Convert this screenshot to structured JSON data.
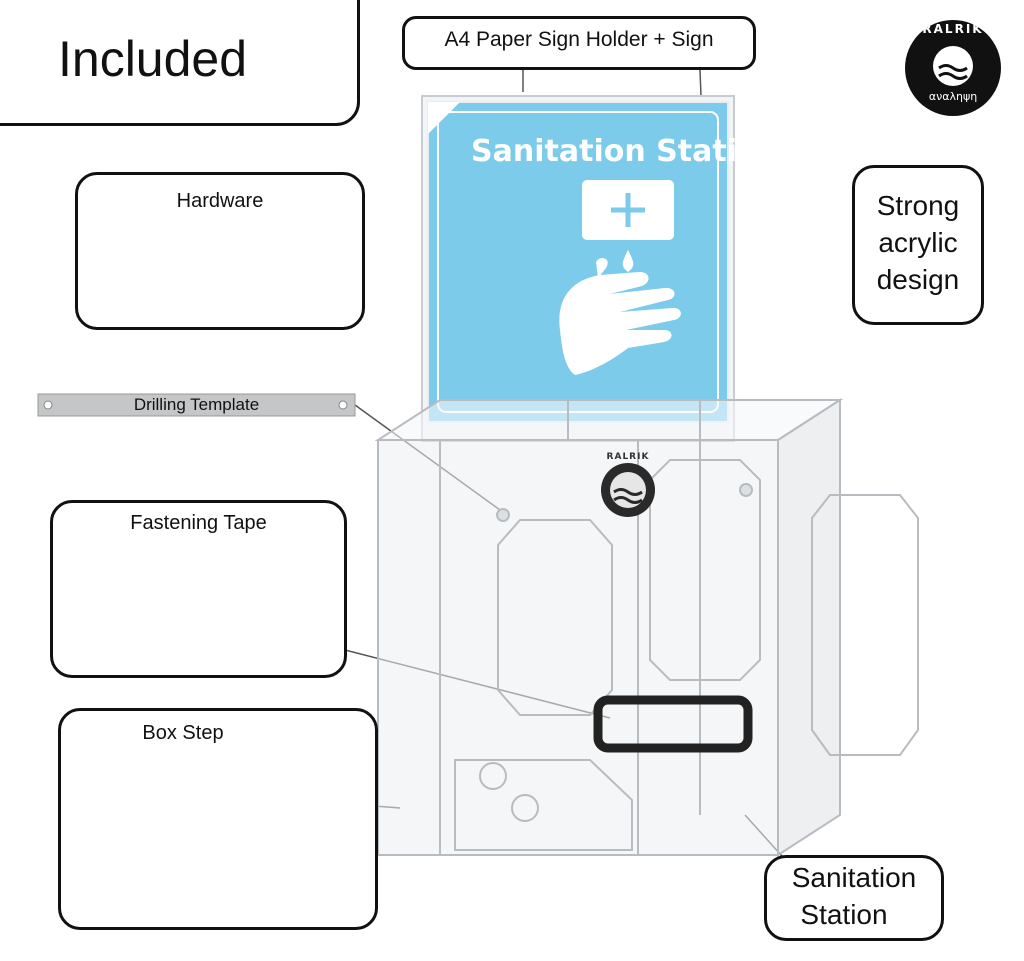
{
  "title": "Included",
  "brand": {
    "name": "RALRIK",
    "subtitle": "αναληψη"
  },
  "callouts": {
    "sign_holder": "A4 Paper Sign Holder + Sign",
    "hardware": "Hardware",
    "strong_line1": "Strong",
    "strong_line2": "acrylic",
    "strong_line3": "design",
    "drilling_template": "Drilling Template",
    "fastening_tape": "Fastening Tape",
    "box_step": "Box Step",
    "station_line1": "Sanitation",
    "station_line2": "Station"
  },
  "sign": {
    "title": "Sanitation Station",
    "background_color": "#7ccbea"
  },
  "product_logo": "RALRIK",
  "colors": {
    "outline": "#111111",
    "sign_blue": "#7ccbea",
    "acrylic_edge": "#b8bcc0"
  }
}
